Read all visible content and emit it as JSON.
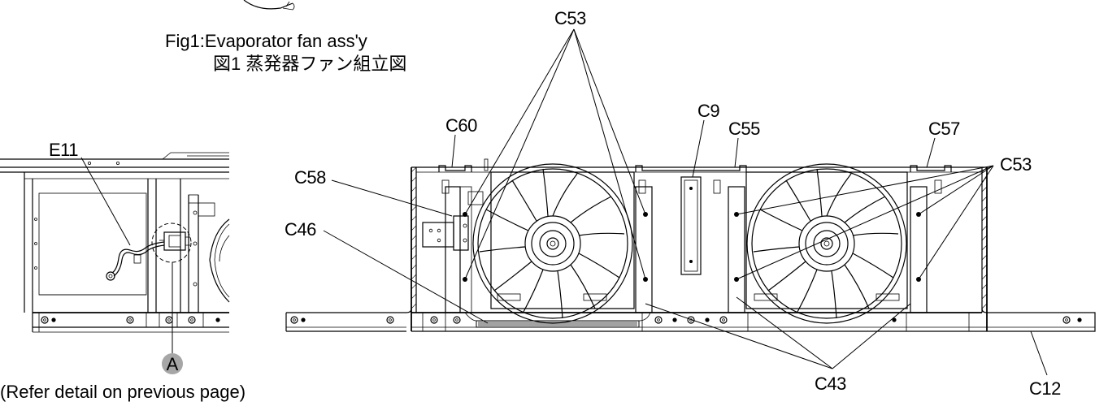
{
  "figure": {
    "caption_en": "Fig1:Evaporator fan ass'y",
    "caption_jp": "図1 蒸発器ファン組立図"
  },
  "detail": {
    "callout_letter": "A",
    "note": "(Refer detail on previous page)",
    "part_e11": "E11"
  },
  "parts": {
    "c53_top": "C53",
    "c53_right": "C53",
    "c60": "C60",
    "c9": "C9",
    "c55": "C55",
    "c57": "C57",
    "c58": "C58",
    "c46": "C46",
    "c43": "C43",
    "c12": "C12"
  },
  "colors": {
    "line": "#000000",
    "callout_fill": "#a6a6a6",
    "background": "#ffffff"
  }
}
